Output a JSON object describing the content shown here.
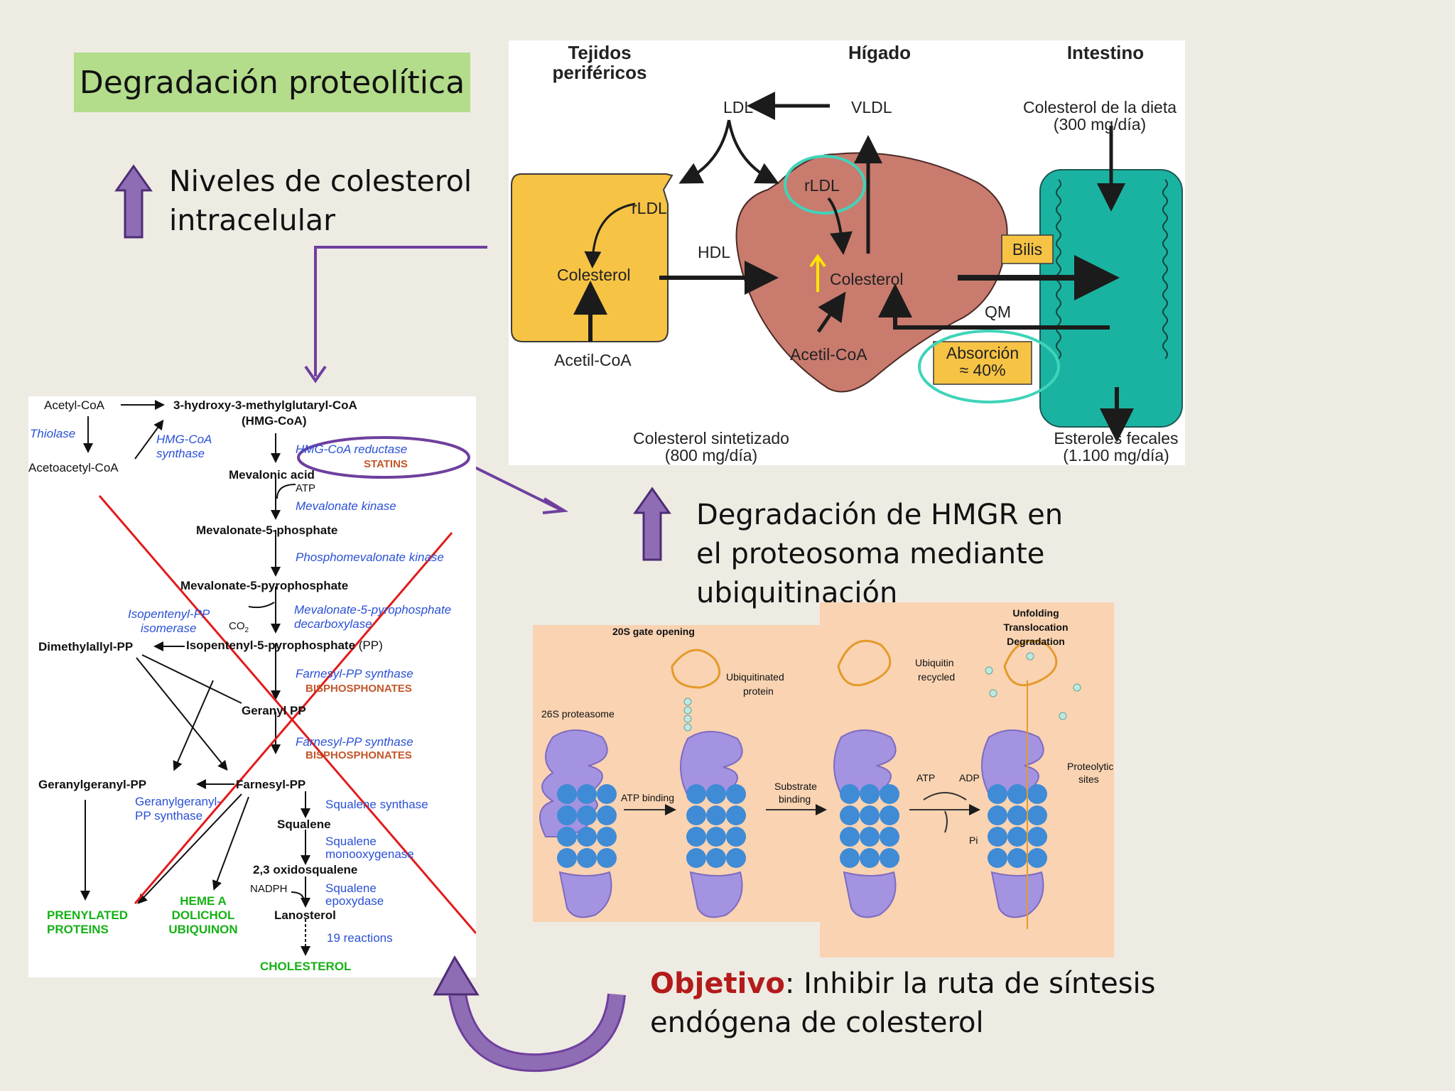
{
  "title": "Degradación proteolítica",
  "note_intracellular": [
    "Niveles de colesterol",
    "intracelular"
  ],
  "note_hmgr": [
    "Degradación de HMGR en",
    "el proteosoma mediante",
    "ubiquitinación"
  ],
  "objective": {
    "label": "Objetivo",
    "text_line1": ": Inhibir la ruta de síntesis",
    "text_line2": "endógena de colesterol"
  },
  "cholesterol_diagram": {
    "headers": {
      "peripheral_1": "Tejidos",
      "peripheral_2": "periféricos",
      "liver": "Hígado",
      "intestine": "Intestino"
    },
    "ldl": "LDL",
    "vldl": "VLDL",
    "rldl_peripheral": "rLDL",
    "rldl_liver": "rLDL",
    "hdl": "HDL",
    "colesterol_peripheral": "Colesterol",
    "colesterol_liver": "Colesterol",
    "acetil_peripheral": "Acetil-CoA",
    "acetil_liver": "Acetil-CoA",
    "bilis": "Bilis",
    "qm": "QM",
    "absorcion_1": "Absorción",
    "absorcion_2": "≈ 40%",
    "dieta_1": "Colesterol de la dieta",
    "dieta_2": "(300 mg/día)",
    "sintetizado_1": "Colesterol sintetizado",
    "sintetizado_2": "(800 mg/día)",
    "fecales_1": "Esteroles fecales",
    "fecales_2": "(1.100 mg/día)"
  },
  "pathway": {
    "acetyl_coa": "Acetyl-CoA",
    "thiolase": "Thiolase",
    "acetoacetyl": "Acetoacetyl-CoA",
    "hmg_synthase_1": "HMG-CoA",
    "hmg_synthase_2": "synthase",
    "hmg_coa_1": "3-hydroxy-3-methylglutaryl-CoA",
    "hmg_coa_2": "(HMG-CoA)",
    "hmg_reductase": "HMG-CoA reductase",
    "statins": "STATINS",
    "mevalonic": "Mevalonic acid",
    "atp": "ATP",
    "mevalonate_kinase": "Mevalonate kinase",
    "mev5p": "Mevalonate-5-phosphate",
    "phosphomev_kinase": "Phosphomevalonate kinase",
    "mev5pp": "Mevalonate-5-pyrophosphate",
    "isomerase_1": "Isopentenyl-PP",
    "isomerase_2": "isomerase",
    "co2": "CO",
    "co2_sub": "2",
    "decarboxylase_1": "Mevalonate-5-pyrophosphate",
    "decarboxylase_2": "decarboxylase",
    "dimethylallyl": "Dimethylallyl-PP",
    "isopentenyl": "Isopentenyl-5-pyrophosphate",
    "isopentenyl_pp": " (PP)",
    "fpp_synthase_1": "Farnesyl-PP synthase",
    "bisphosphonates_1": "BISPHOSPHONATES",
    "geranyl_pp": "Geranyl PP",
    "fpp_synthase_2": "Farnesyl-PP synthase",
    "bisphosphonates_2": "BISPHOSPHONATES",
    "geranylgeranyl": "Geranylgeranyl-PP",
    "farnesyl": "Farnesyl-PP",
    "ggpp_synthase_1": "Geranylgeranyl-",
    "ggpp_synthase_2": "PP synthase",
    "squalene_synthase": "Squalene synthase",
    "squalene": "Squalene",
    "squalene_mono_1": "Squalene",
    "squalene_mono_2": "monooxygenase",
    "oxidosqualene": "2,3 oxidosqualene",
    "nadph": "NADPH",
    "epoxydase_1": "Squalene",
    "epoxydase_2": "epoxydase",
    "lanosterol": "Lanosterol",
    "reactions": "19 reactions",
    "prenylated_1": "PRENYLATED",
    "prenylated_2": "PROTEINS",
    "heme_1": "HEME A",
    "heme_2": "DOLICHOL",
    "heme_3": "UBIQUINON",
    "cholesterol": "CHOLESTEROL"
  },
  "proteasome": {
    "gate_opening": "20S gate opening",
    "ubiquitinated_1": "Ubiquitinated",
    "ubiquitinated_2": "protein",
    "proteasome_26s": "26S proteasome",
    "atp_binding": "ATP binding",
    "substrate_1": "Substrate",
    "substrate_2": "binding",
    "unfolding_1": "Unfolding",
    "unfolding_2": "Translocation",
    "unfolding_3": "Degradation",
    "ubiquitin_1": "Ubiquitin",
    "ubiquitin_2": "recycled",
    "atp": "ATP",
    "adp": "ADP",
    "pi": "Pi",
    "proteolytic_1": "Proteolytic",
    "proteolytic_2": "sites"
  },
  "colors": {
    "accent_purple": "#6f3f9e",
    "cross_red": "#e21b1b",
    "title_green": "#b3dc8b",
    "liver": "#c97b6e",
    "peripheral": "#f6c344",
    "intestine": "#1ab3a1",
    "highlight_teal": "#3fd4b9"
  }
}
